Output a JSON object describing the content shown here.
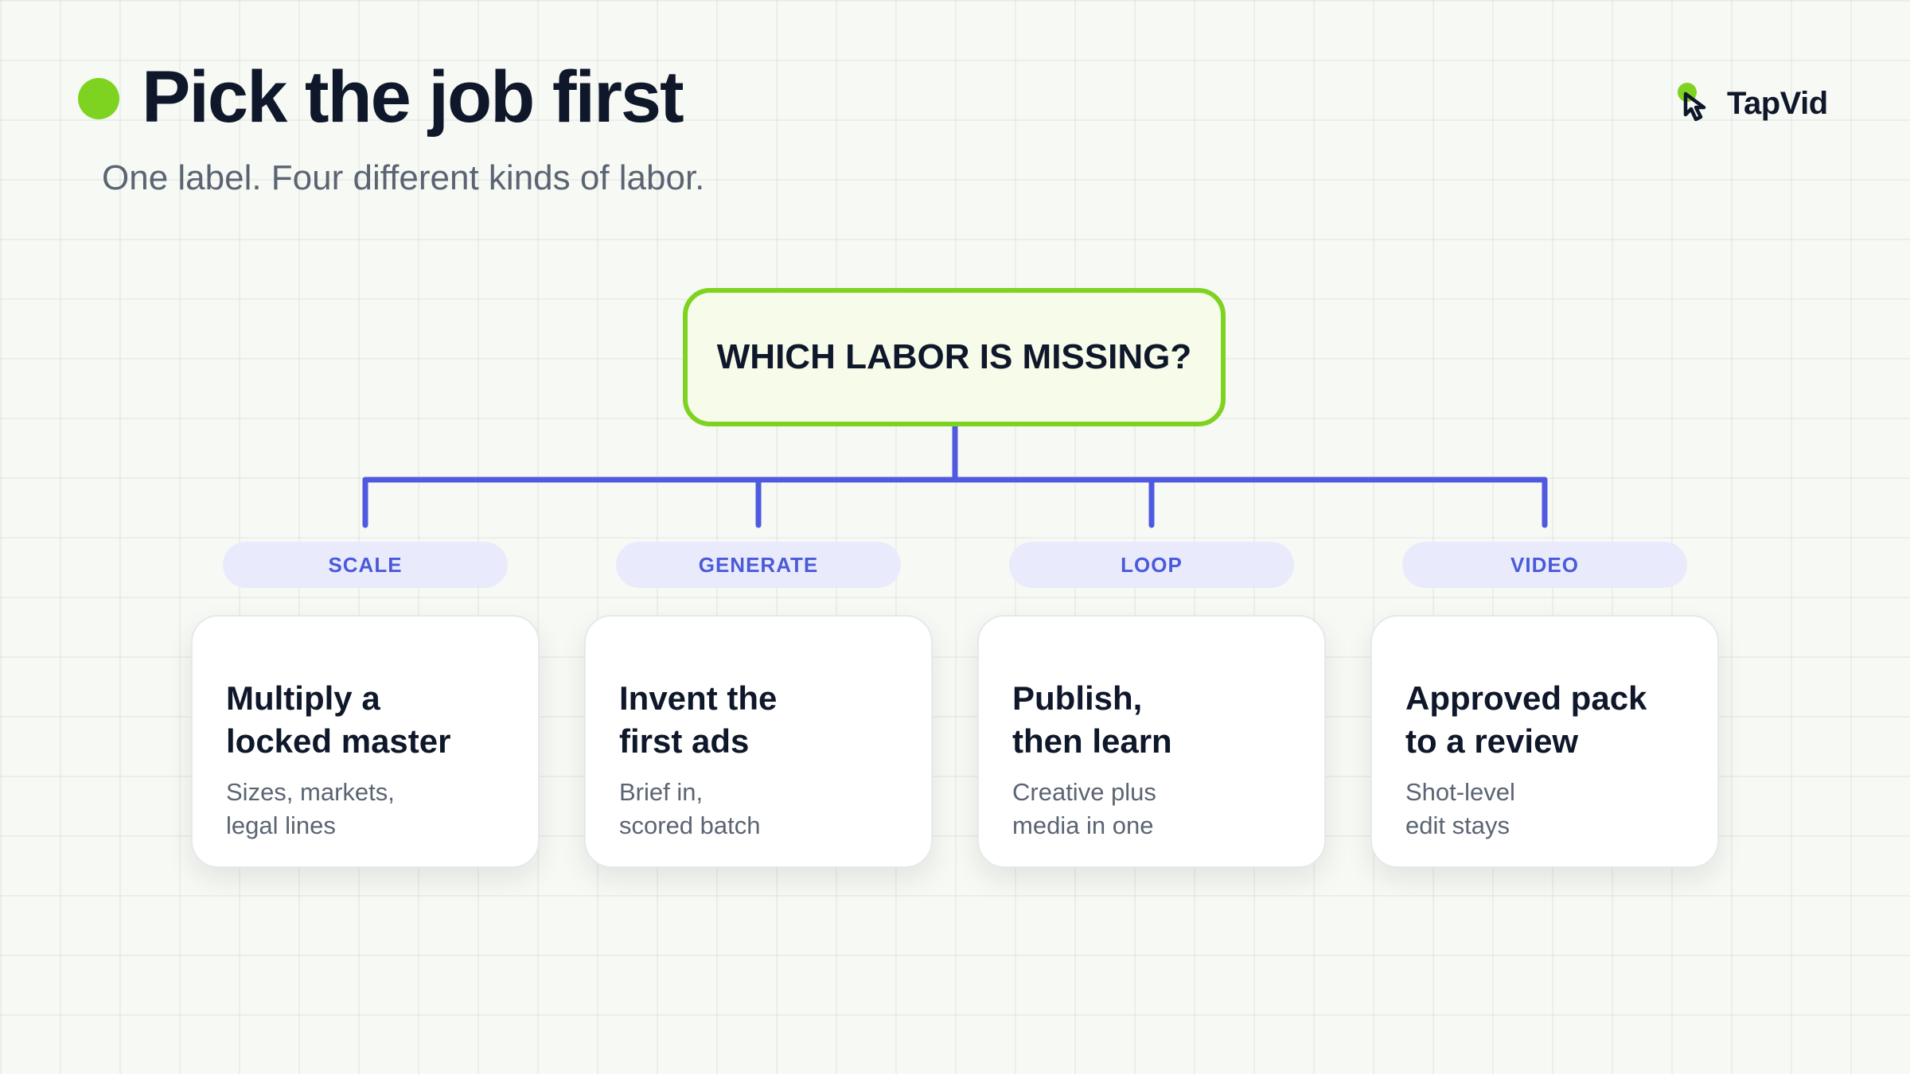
{
  "header": {
    "title": "Pick the job first",
    "subtitle": "One label. Four different kinds of labor."
  },
  "brand": {
    "name": "TapVid",
    "icon": "tap-cursor-icon"
  },
  "root": {
    "label": "WHICH LABOR IS MISSING?"
  },
  "branches": [
    {
      "tag": "SCALE",
      "title_lines": [
        "Multiply a",
        "locked master"
      ],
      "desc_lines": [
        "Sizes, markets,",
        "legal lines"
      ]
    },
    {
      "tag": "GENERATE",
      "title_lines": [
        "Invent the",
        "first ads"
      ],
      "desc_lines": [
        "Brief in,",
        "scored batch"
      ]
    },
    {
      "tag": "LOOP",
      "title_lines": [
        "Publish,",
        "then learn"
      ],
      "desc_lines": [
        "Creative plus",
        "media in one"
      ]
    },
    {
      "tag": "VIDEO",
      "title_lines": [
        "Approved pack",
        "to a review"
      ],
      "desc_lines": [
        "Shot-level",
        "edit stays"
      ]
    }
  ],
  "colors": {
    "accent_green": "#7ed321",
    "connector_blue": "#4f5ae0",
    "pill_bg": "#e9ebfc",
    "pill_text": "#4a5ad9",
    "title_text": "#0f172a",
    "muted_text": "#5b6472"
  }
}
